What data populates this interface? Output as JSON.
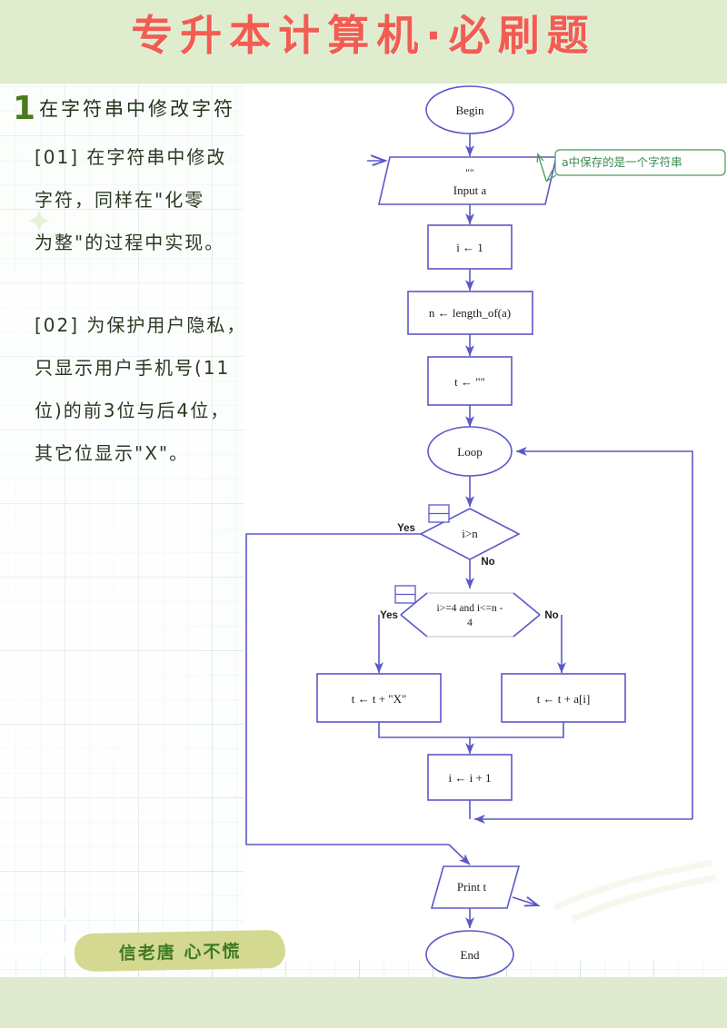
{
  "header": {
    "title": "专升本计算机·必刷题",
    "title_color": "#f25c52",
    "band_color": "#dfeccd"
  },
  "left_column": {
    "number": "1",
    "number_color": "#4d7a1f",
    "heading": "在字符串中修改字符",
    "paragraphs": [
      {
        "tag": "p1",
        "lines": [
          "[01] 在字符串中修改",
          "字符，同样在\"化零",
          "为整\"的过程中实现。"
        ]
      },
      {
        "tag": "p2",
        "lines": [
          "[02] 为保护用户隐私，",
          "只显示用户手机号(11",
          "位)的前3位与后4位，",
          "其它位显示\"X\"。"
        ]
      }
    ]
  },
  "badge": {
    "text": "信老唐 心不慌",
    "bg_color": "#d4d992",
    "text_color": "#3f7a21"
  },
  "flowchart": {
    "accent_color": "#5b58c8",
    "note_color": "#4a9a5e",
    "nodes": {
      "begin": "Begin",
      "input_top": "\"\"",
      "input": "Input a",
      "init_i": "i ← 1",
      "length": "n ← length_of(a)",
      "init_t": "t ← \"\"",
      "loop": "Loop",
      "cond1": "i>n",
      "cond2_line1": "i>=4 and i<=n -",
      "cond2_line2": "4",
      "assign_x": "t ← t + \"X\"",
      "assign_a": "t ← t + a[i]",
      "incr": "i ← i + 1",
      "print": "Print t",
      "end": "End"
    },
    "edge_labels": {
      "cond1_yes": "Yes",
      "cond1_no": "No",
      "cond2_yes": "Yes",
      "cond2_no": "No"
    },
    "annotation": "a中保存的是一个字符串"
  }
}
